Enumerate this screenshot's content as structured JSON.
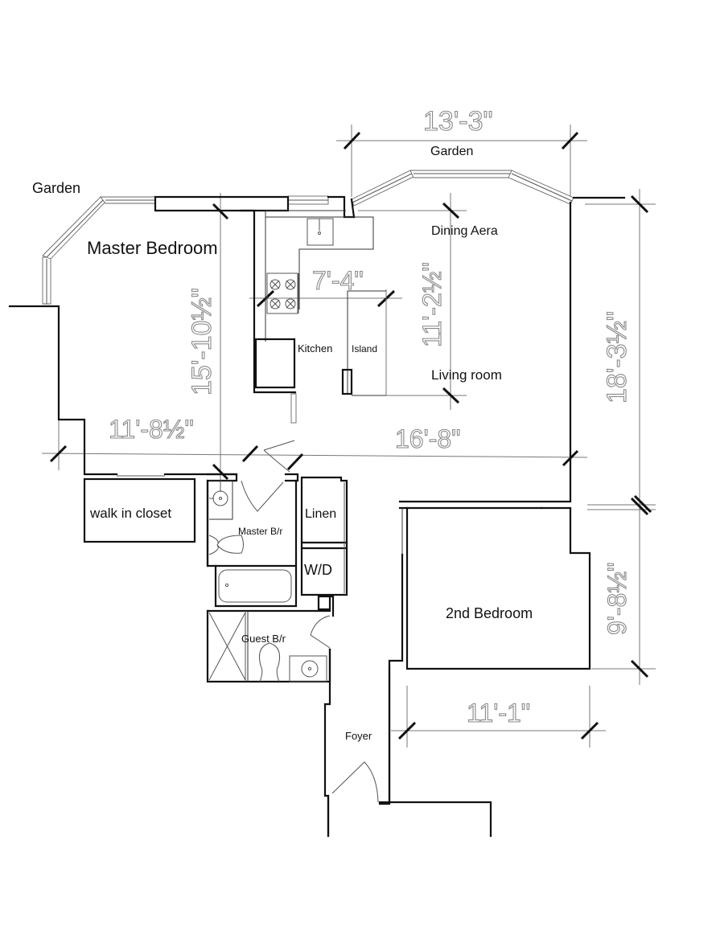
{
  "plan": {
    "rooms": {
      "garden_left": "Garden",
      "garden_top": "Garden",
      "master_bedroom": "Master Bedroom",
      "dining_area": "Dining Aera",
      "kitchen": "Kitchen",
      "island": "Island",
      "living_room": "Living room",
      "walk_in_closet": "walk in closet",
      "master_bath": "Master B/r",
      "linen": "Linen",
      "washer_dryer": "W/D",
      "guest_bath": "Guest B/r",
      "second_bedroom": "2nd Bedroom",
      "foyer": "Foyer"
    },
    "dimensions": {
      "garden_width": "13'-3\"",
      "kitchen_width": "7'-4\"",
      "kitchen_depth": "11'-2½\"",
      "master_depth": "15'-10½\"",
      "master_width": "11'-8½\"",
      "living_width": "16'-8\"",
      "living_depth": "18'-3½\"",
      "second_bed_depth": "9'-8½\"",
      "second_bed_width": "11'-1\""
    }
  }
}
